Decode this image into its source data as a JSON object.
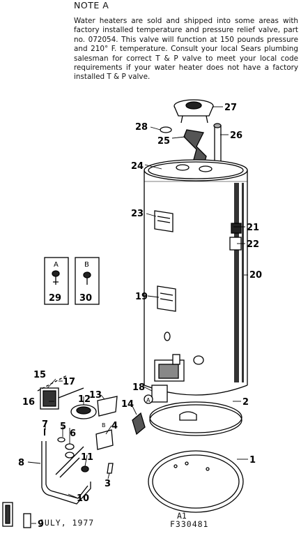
{
  "note": {
    "title": "NOTE A",
    "body": "Water heaters are sold and shipped into some areas with factory installed temperature and pressure relief valve, part no. 072054. This valve will function at 150 pounds pressure and 210° F. temperature. Consult your local Sears plumbing salesman for correct T & P valve to meet your local code requirements if your water heater does not have a factory installed T & P valve."
  },
  "callouts": {
    "c1": "1",
    "c2": "2",
    "c3": "3",
    "c4": "4",
    "c5": "5",
    "c6": "6",
    "c7": "7",
    "c8": "8",
    "c9": "9",
    "c10": "10",
    "c11": "11",
    "c12": "12",
    "c13": "13",
    "c14": "14",
    "c15": "15",
    "c16": "16",
    "c17": "17",
    "c18": "18",
    "c19": "19",
    "c20": "20",
    "c21": "21",
    "c22": "22",
    "c23": "23",
    "c24": "24",
    "c25": "25",
    "c26": "26",
    "c27": "27",
    "c28": "28",
    "c29": "29",
    "c30": "30"
  },
  "box_labels": {
    "a": "A",
    "b": "B"
  },
  "valve_letters": {
    "a": "A",
    "b": "B"
  },
  "footer": {
    "date": "JULY, 1977",
    "sheet": "A1",
    "code": "F330481"
  }
}
